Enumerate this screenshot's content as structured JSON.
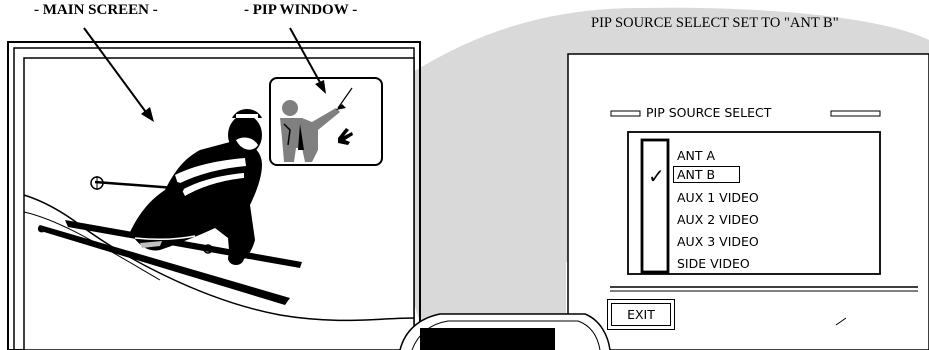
{
  "labels": {
    "main_screen": "- MAIN SCREEN -",
    "pip_window": "- PIP WINDOW -",
    "pip_caption": "PIP SOURCE SELECT SET TO \"ANT B\""
  },
  "menu": {
    "title": "PIP SOURCE SELECT",
    "items": [
      "ANT A",
      "ANT B",
      "AUX 1 VIDEO",
      "AUX 2 VIDEO",
      "AUX 3 VIDEO",
      "SIDE VIDEO"
    ],
    "selected_index": 1,
    "check_mark": "✓",
    "exit_label": "EXIT"
  },
  "colors": {
    "beam": "#d9d9d9",
    "ink": "#000000"
  }
}
